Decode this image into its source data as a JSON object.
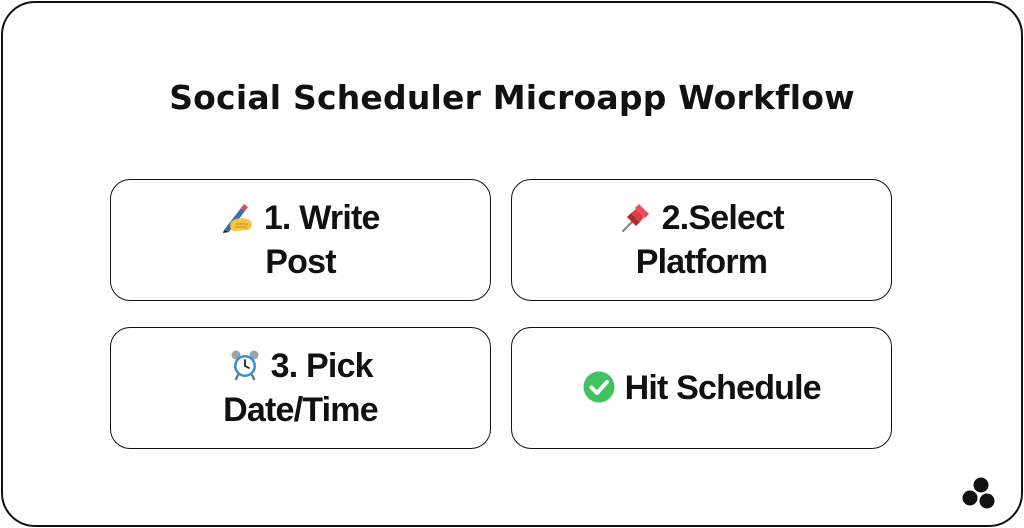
{
  "title": "Social Scheduler Microapp Workflow",
  "steps": [
    {
      "label": "1. Write Post",
      "icon": "writing-hand-icon"
    },
    {
      "label": "2.Select Platform",
      "icon": "pushpin-icon"
    },
    {
      "label": "3. Pick Date/Time",
      "icon": "alarm-clock-icon"
    },
    {
      "label": "Hit Schedule",
      "icon": "check-mark-icon"
    }
  ],
  "colors": {
    "border": "#111111",
    "text": "#111111",
    "check_green": "#3fc35f",
    "pin_red": "#e03c46",
    "clock_blue": "#3a8fd6",
    "hand_yellow": "#f5c43b"
  },
  "logo_icon": "three-circles-logo-icon"
}
